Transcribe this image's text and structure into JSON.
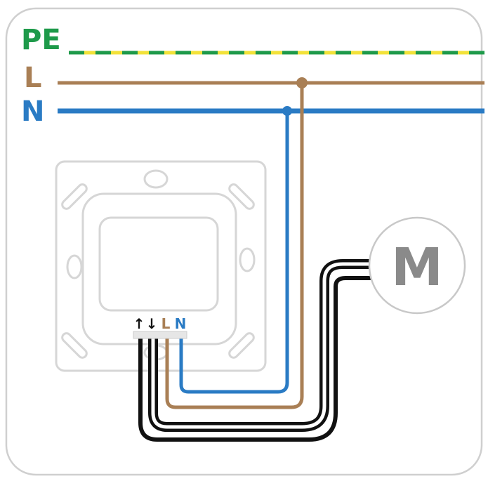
{
  "conductors": {
    "pe": {
      "label": "PE",
      "color": "#1e9a4a",
      "stripe_color": "#f2e23a"
    },
    "l": {
      "label": "L",
      "color": "#a97f55"
    },
    "n": {
      "label": "N",
      "color": "#2a7bc4"
    }
  },
  "terminals": [
    {
      "label": "↑",
      "color": "#111111"
    },
    {
      "label": "↓",
      "color": "#111111"
    },
    {
      "label": "L",
      "color": "#a97f55"
    },
    {
      "label": "N",
      "color": "#2a7bc4"
    }
  ],
  "motor": {
    "label": "M"
  },
  "colors": {
    "frame": "#cfcfcf",
    "motor_text": "#8a8a8a",
    "cable_black": "#111111"
  }
}
